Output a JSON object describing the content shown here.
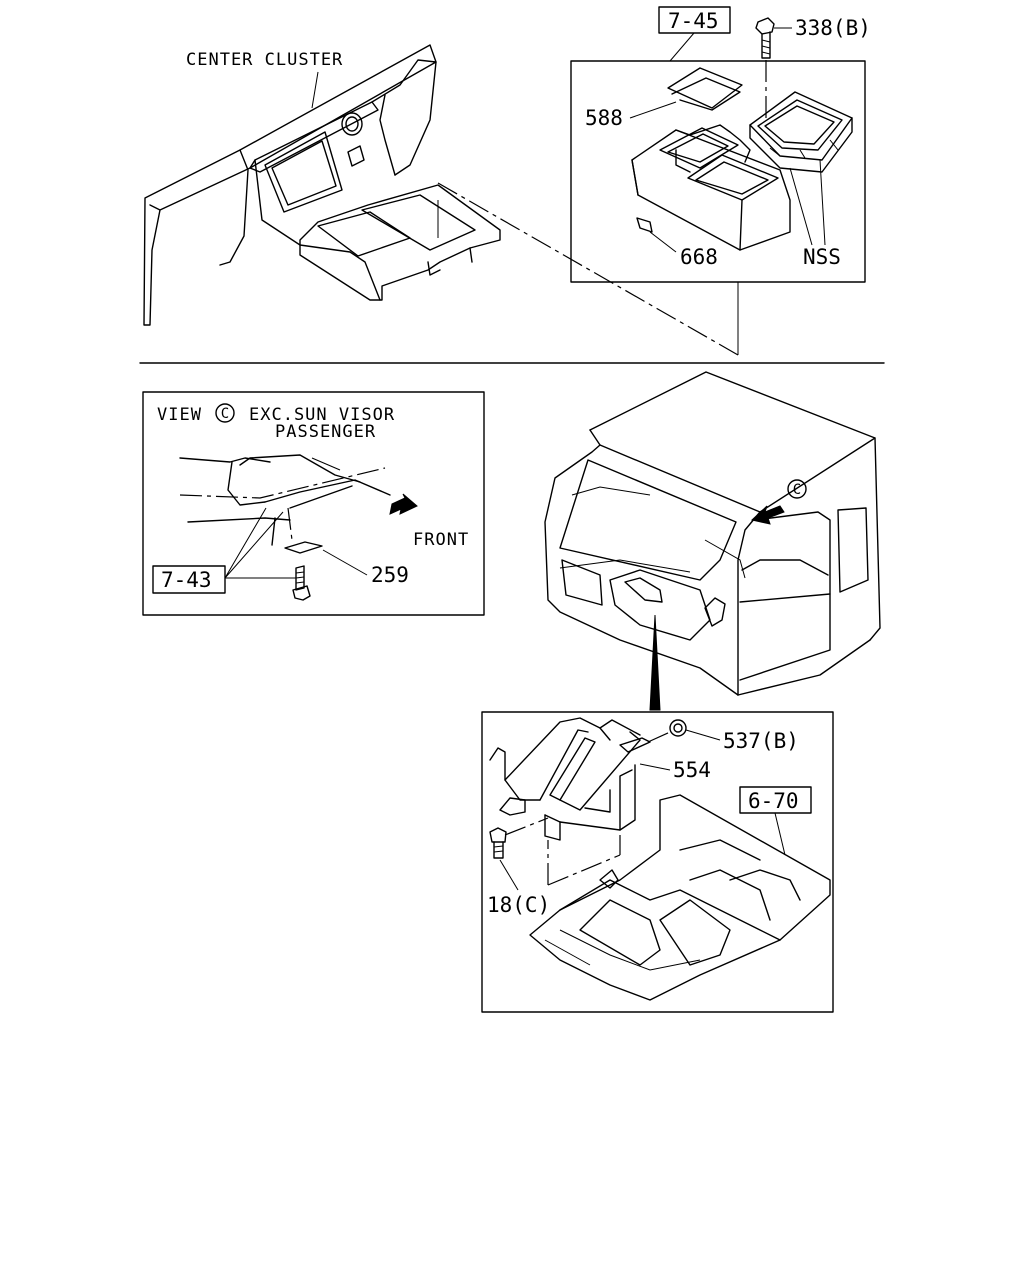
{
  "top_section": {
    "center_cluster_label": "CENTER CLUSTER",
    "ref_7_45": "7-45",
    "part_338": "338(B)",
    "part_588": "588",
    "part_668": "668",
    "part_nss": "NSS"
  },
  "view_c_box": {
    "title_view": "VIEW",
    "circle_c": "C",
    "title_rest": "EXC.SUN VISOR",
    "title_line2": "PASSENGER",
    "front_label": "FRONT",
    "ref_7_43": "7-43",
    "part_259": "259"
  },
  "cab": {
    "circle_c": "C"
  },
  "bracket_box": {
    "part_537": "537(B)",
    "part_554": "554",
    "ref_6_70": "6-70",
    "part_18": "18(C)"
  }
}
